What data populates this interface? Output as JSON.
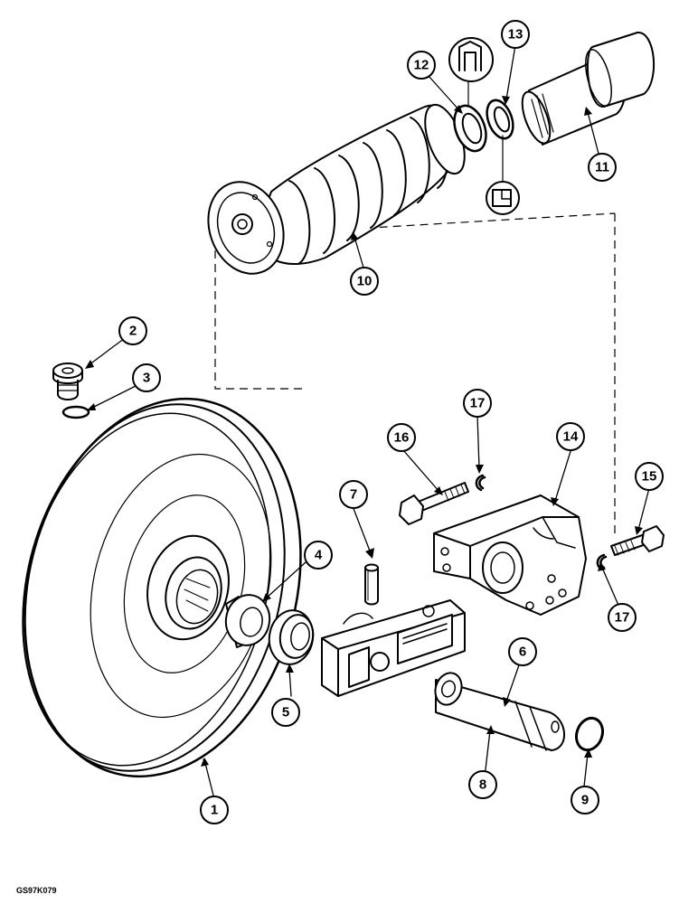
{
  "figure_code": "GS97K079",
  "callouts": [
    {
      "id": "c1",
      "label": "1"
    },
    {
      "id": "c2",
      "label": "2"
    },
    {
      "id": "c3",
      "label": "3"
    },
    {
      "id": "c4",
      "label": "4"
    },
    {
      "id": "c5",
      "label": "5"
    },
    {
      "id": "c6",
      "label": "6"
    },
    {
      "id": "c7",
      "label": "7"
    },
    {
      "id": "c8",
      "label": "8"
    },
    {
      "id": "c9",
      "label": "9"
    },
    {
      "id": "c10",
      "label": "10"
    },
    {
      "id": "c11",
      "label": "11"
    },
    {
      "id": "c12",
      "label": "12"
    },
    {
      "id": "c13",
      "label": "13"
    },
    {
      "id": "c14",
      "label": "14"
    },
    {
      "id": "c15",
      "label": "15"
    },
    {
      "id": "c16",
      "label": "16"
    },
    {
      "id": "c17a",
      "label": "17"
    },
    {
      "id": "c17b",
      "label": "17"
    }
  ]
}
